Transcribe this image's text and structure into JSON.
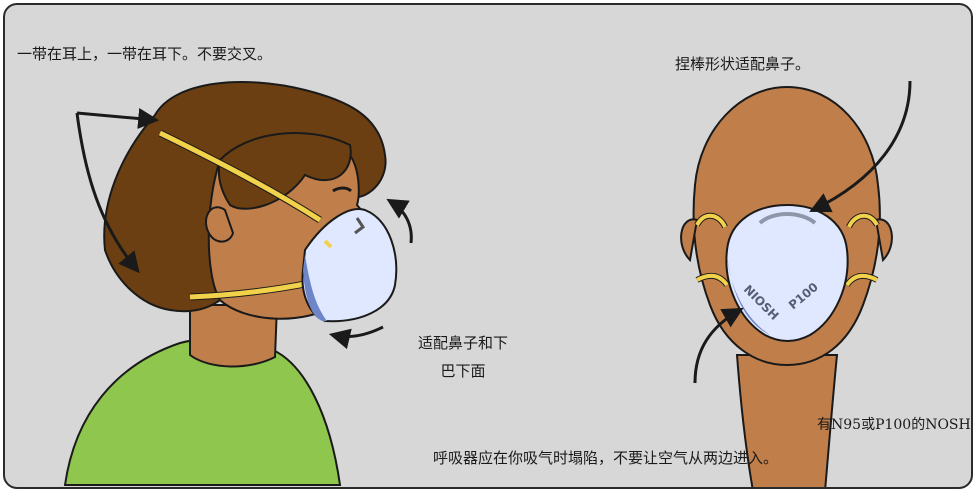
{
  "labels": {
    "strap_instruction": "一带在耳上，一带在耳下。不要交叉。",
    "nose_instruction": "捏棒形状适配鼻子。",
    "fit_instruction_line1": "适配鼻子和下",
    "fit_instruction_line2": "巴下面",
    "niosh_instruction": "有N95或P100的NOSH",
    "seal_instruction": "呼吸器应在你吸气时塌陷，不要让空气从两边进入。"
  },
  "mask_stamps": {
    "left": "NIOSH",
    "right": "P100"
  },
  "colors": {
    "background": "#d7d7d7",
    "hair": "#6b3f12",
    "skin": "#c07e4a",
    "shirt": "#8fc74e",
    "mask": "#dfe8ff",
    "strap": "#f2d24a",
    "arrow": "#1a1a1a"
  }
}
